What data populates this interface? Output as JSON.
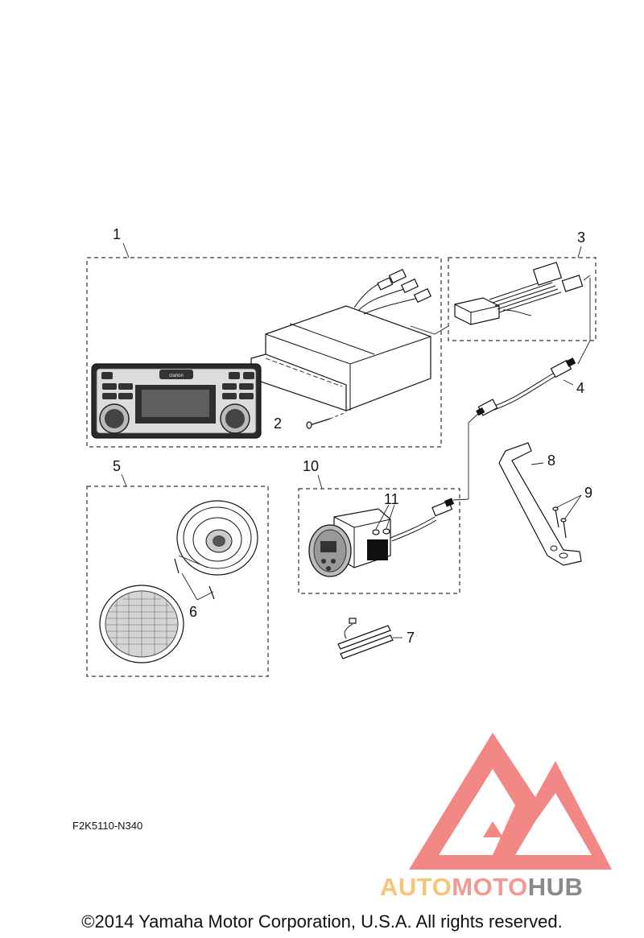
{
  "callouts": {
    "c1": "1",
    "c2": "2",
    "c3": "3",
    "c4": "4",
    "c5": "5",
    "c6": "6",
    "c7": "7",
    "c8": "8",
    "c9": "9",
    "c10": "10",
    "c11": "11"
  },
  "radio_brand": "clarion",
  "diagram_code": "F2K5110-N340",
  "watermark": {
    "part1": "AUTO",
    "part2": "MOTO",
    "part3": "HUB",
    "colors": {
      "auto": "#f7c57a",
      "moto": "#f29a91",
      "hub": "#8a8a8a",
      "logo": "#f07c7a"
    }
  },
  "copyright": "©2014 Yamaha Motor Corporation, U.S.A. All rights reserved."
}
